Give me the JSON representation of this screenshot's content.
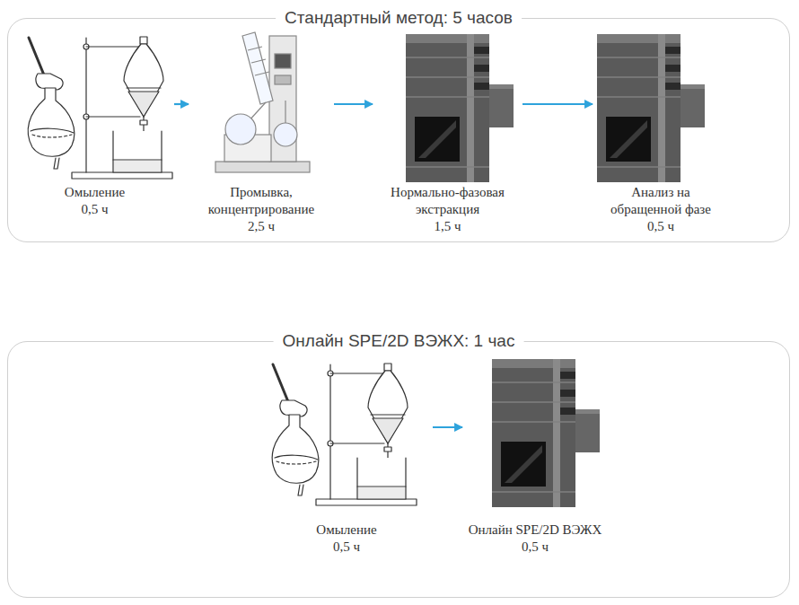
{
  "diagram": {
    "nodes": [
      {
        "text": [
          "Стандартный метод: 5 часов"
        ]
      },
      {
        "text": [
          "Омыление",
          "0,5 ч"
        ],
        "in": 0
      },
      {
        "text": [
          "Промывка, концентрирование",
          "2,5 ч"
        ],
        "in": 0
      },
      {
        "text": [
          "Нормально-фазовая экстракция",
          "1,5 ч"
        ],
        "in": 0
      },
      {
        "text": [
          "Анализ на обращенной фазе",
          "0,5 ч"
        ],
        "in": 0
      },
      {
        "text": [
          "Онлайн SPE/2D ВЭЖХ: 1 час"
        ]
      },
      {
        "text": [
          "Омыление",
          "0,5 ч"
        ],
        "in": 5
      },
      {
        "text": [
          "Онлайн SPE/2D ВЭЖХ",
          "0,5 ч"
        ],
        "in": 5
      }
    ],
    "edges": [
      {
        "from": 1,
        "to": 2,
        "arrow": "to"
      },
      {
        "from": 2,
        "to": 3,
        "arrow": "to"
      },
      {
        "from": 3,
        "to": 4,
        "arrow": "to"
      },
      {
        "from": 6,
        "to": 7,
        "arrow": "to"
      }
    ]
  }
}
